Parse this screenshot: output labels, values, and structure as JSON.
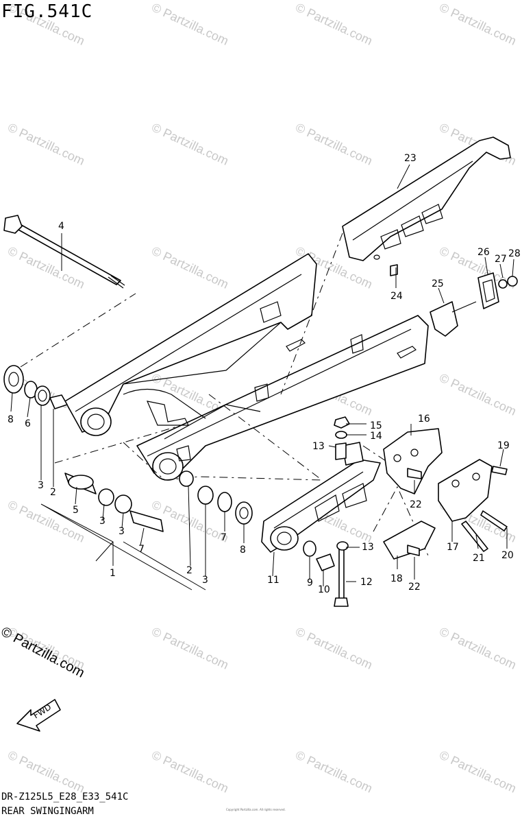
{
  "figure": {
    "title": "FIG.541C",
    "footer_code": "DR-Z125L5_E28_E33_541C",
    "footer_name": "REAR SWINGINGARM",
    "brand": "© Partzilla.com",
    "watermark": "© Partzilla.com",
    "fwd_label": "FWD",
    "fine_print": "Copyright Partzilla.com. All rights reserved."
  },
  "callouts": [
    "1",
    "2",
    "2",
    "3",
    "3",
    "3",
    "3",
    "4",
    "5",
    "6",
    "7",
    "7",
    "8",
    "8",
    "9",
    "10",
    "11",
    "12",
    "13",
    "13",
    "14",
    "15",
    "16",
    "17",
    "18",
    "19",
    "20",
    "21",
    "22",
    "22",
    "23",
    "24",
    "25",
    "26",
    "27",
    "28"
  ]
}
